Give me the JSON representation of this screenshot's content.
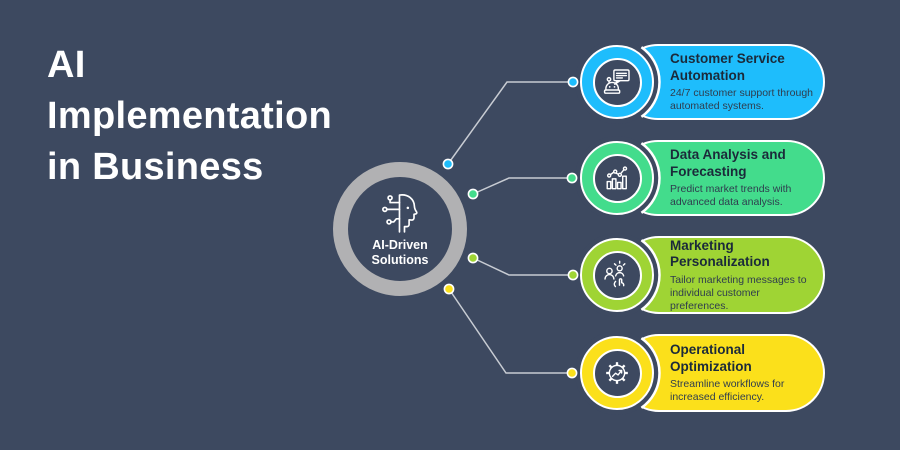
{
  "headline": "AI Implementation in Business",
  "headline_lines": "AI\nImplementation\nin Business",
  "hub": {
    "label": "AI-Driven Solutions",
    "icon": "ai-head-circuit-icon",
    "ring_color": "#B1B1B3"
  },
  "colors": {
    "background": "#3D4960",
    "connector_line": "#C8CCD3",
    "card_title_text": "#1B2A3A",
    "card_desc_text": "#2F3D4E",
    "headline_text": "#FFFFFF"
  },
  "cards": [
    {
      "title": "Customer Service Automation",
      "description": "24/7 customer support through automated systems.",
      "color": "#1EBDFC",
      "icon": "chatbot-robot-icon"
    },
    {
      "title": "Data Analysis and Forecasting",
      "description": "Predict market trends with advanced data analysis.",
      "color": "#43DC8C",
      "icon": "bar-chart-trend-icon"
    },
    {
      "title": "Marketing Personalization",
      "description": "Tailor marketing messages to individual customer preferences.",
      "color": "#9FD434",
      "icon": "audience-select-icon"
    },
    {
      "title": "Operational Optimization",
      "description": "Streamline workflows for increased efficiency.",
      "color": "#FBE01B",
      "icon": "gear-trend-icon"
    }
  ]
}
